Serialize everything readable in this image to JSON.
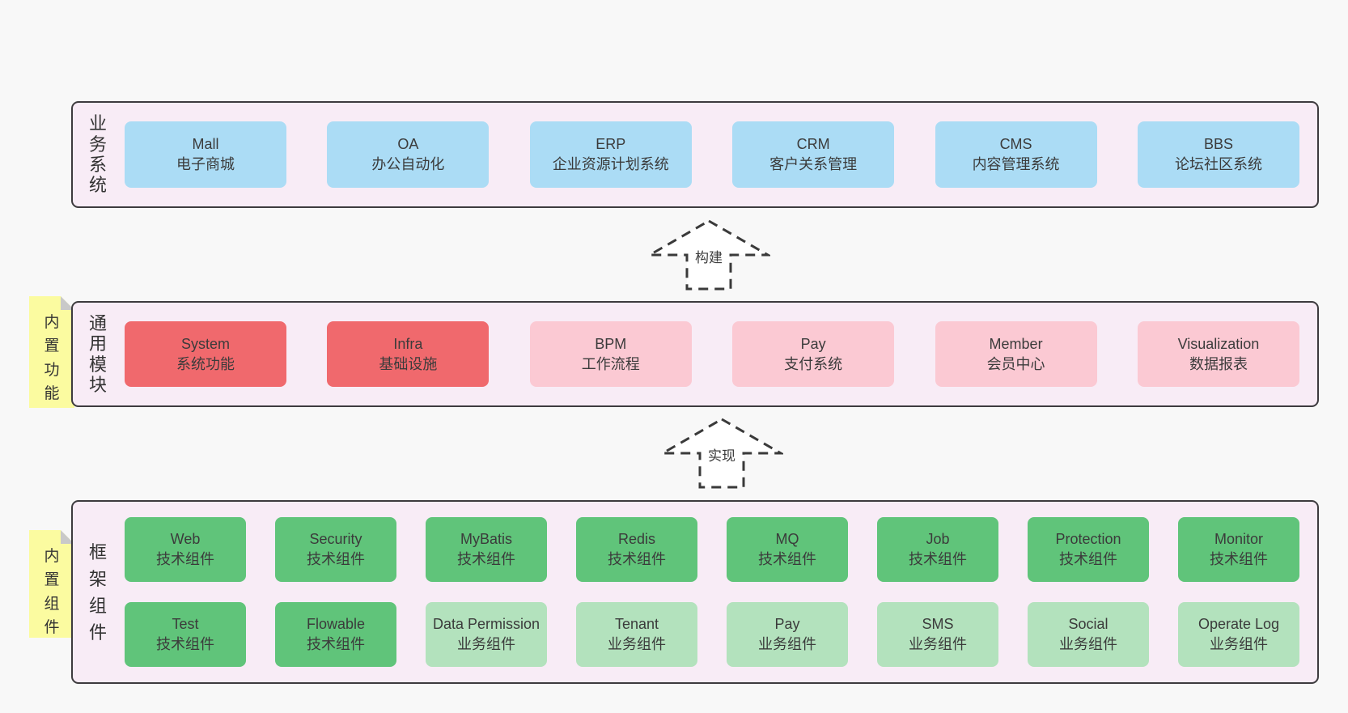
{
  "colors": {
    "page_bg": "#f8f8f8",
    "layer_bg": "#f8ecf6",
    "layer_border": "#3d3b3e",
    "box_blue": "#abdcf5",
    "box_red": "#f0696d",
    "box_pink": "#fbc9d3",
    "box_green": "#60c47a",
    "box_light_green": "#b3e2bd",
    "tag_yellow": "#fbfba0",
    "tag_fold_gray": "#c9c9c9",
    "text": "#3b3b3b"
  },
  "arrows": {
    "build": "构建",
    "implement": "实现"
  },
  "layers": {
    "business": {
      "label": "业务系统",
      "boxes": [
        {
          "en": "Mall",
          "zh": "电子商城"
        },
        {
          "en": "OA",
          "zh": "办公自动化"
        },
        {
          "en": "ERP",
          "zh": "企业资源计划系统"
        },
        {
          "en": "CRM",
          "zh": "客户关系管理"
        },
        {
          "en": "CMS",
          "zh": "内容管理系统"
        },
        {
          "en": "BBS",
          "zh": "论坛社区系统"
        }
      ]
    },
    "modules": {
      "label": "通用模块",
      "tag": "内置功能",
      "boxes": [
        {
          "en": "System",
          "zh": "系统功能"
        },
        {
          "en": "Infra",
          "zh": "基础设施"
        },
        {
          "en": "BPM",
          "zh": "工作流程"
        },
        {
          "en": "Pay",
          "zh": "支付系统"
        },
        {
          "en": "Member",
          "zh": "会员中心"
        },
        {
          "en": "Visualization",
          "zh": "数据报表"
        }
      ]
    },
    "framework": {
      "label": "框架组件",
      "tag": "内置组件",
      "rows": [
        [
          {
            "en": "Web",
            "zh": "技术组件"
          },
          {
            "en": "Security",
            "zh": "技术组件"
          },
          {
            "en": "MyBatis",
            "zh": "技术组件"
          },
          {
            "en": "Redis",
            "zh": "技术组件"
          },
          {
            "en": "MQ",
            "zh": "技术组件"
          },
          {
            "en": "Job",
            "zh": "技术组件"
          },
          {
            "en": "Protection",
            "zh": "技术组件"
          },
          {
            "en": "Monitor",
            "zh": "技术组件"
          }
        ],
        [
          {
            "en": "Test",
            "zh": "技术组件"
          },
          {
            "en": "Flowable",
            "zh": "技术组件"
          },
          {
            "en": "Data Permission",
            "zh": "业务组件"
          },
          {
            "en": "Tenant",
            "zh": "业务组件"
          },
          {
            "en": "Pay",
            "zh": "业务组件"
          },
          {
            "en": "SMS",
            "zh": "业务组件"
          },
          {
            "en": "Social",
            "zh": "业务组件"
          },
          {
            "en": "Operate Log",
            "zh": "业务组件"
          }
        ]
      ]
    }
  }
}
